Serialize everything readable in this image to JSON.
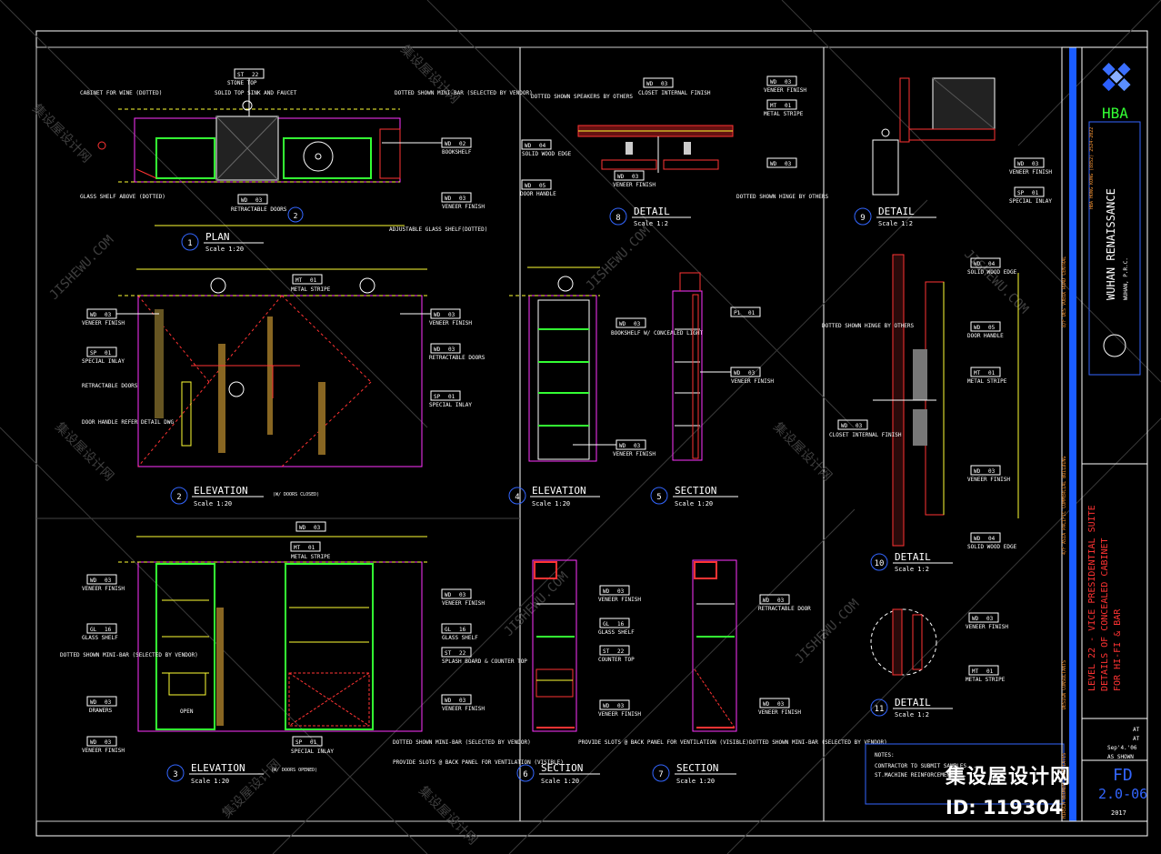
{
  "sheet": {
    "drawing_number": "FD",
    "drawing_sub": "2.0-06",
    "revision": "2017",
    "scale_text": "AS SHOWN",
    "date_text": "Sep'4.'06",
    "drawn_text": "AT",
    "checked_text": "AT",
    "notes_heading": "NOTES:",
    "notes_line1": "CONTRACTOR TO SUBMIT SAMPLES...",
    "notes_line2": "ST.MACHINE REINFORCEMENTS...",
    "client_name": "WUHAN RENAISSANCE",
    "client_city": "WUHAN, P.R.C.",
    "firm": "HBA",
    "title_block_title": "LEVEL 22 - VICE PRESIDENTIAL SUITE",
    "title_block_sub1": "DETAILS OF CONCEALED CABINET",
    "title_block_sub2": "FOR HI-FI & BAR",
    "address1": "HBA HONG KONG  (8852) 2524-2022",
    "address2": "8/F DES VOEUX ROAD CENTRAL",
    "address3": "4/F ASIA PACIFIC COMMERCIAL BUILDING",
    "design_consultants": "DESIGN CONSULTANTS",
    "associates": "HIRSCH BEDNER ASSOCIATES"
  },
  "views": [
    {
      "num": "1",
      "title": "PLAN",
      "scale": "Scale 1:20",
      "note": ""
    },
    {
      "num": "2",
      "title": "ELEVATION",
      "scale": "Scale 1:20",
      "note": "(W/ DOORS CLOSED)"
    },
    {
      "num": "3",
      "title": "ELEVATION",
      "scale": "Scale 1:20",
      "note": "(W/ DOORS OPENED)"
    },
    {
      "num": "4",
      "title": "ELEVATION",
      "scale": "Scale 1:20",
      "note": ""
    },
    {
      "num": "5",
      "title": "SECTION",
      "scale": "Scale 1:20",
      "note": ""
    },
    {
      "num": "6",
      "title": "SECTION",
      "scale": "Scale 1:20",
      "note": ""
    },
    {
      "num": "7",
      "title": "SECTION",
      "scale": "Scale 1:20",
      "note": ""
    },
    {
      "num": "8",
      "title": "DETAIL",
      "scale": "Scale 1:2",
      "note": ""
    },
    {
      "num": "9",
      "title": "DETAIL",
      "scale": "Scale 1:2",
      "note": ""
    },
    {
      "num": "10",
      "title": "DETAIL",
      "scale": "Scale 1:2",
      "note": ""
    },
    {
      "num": "11",
      "title": "DETAIL",
      "scale": "Scale 1:2",
      "note": ""
    }
  ],
  "tags": {
    "st22": {
      "code": "ST",
      "num": "22",
      "label": "STONE TOP"
    },
    "wd02": {
      "code": "WD",
      "num": "02",
      "label": "BOOKSHELF"
    },
    "wd03": {
      "code": "WD",
      "num": "03",
      "label": "VENEER FINISH"
    },
    "wd03b": {
      "code": "WD",
      "num": "03",
      "label": "RETRACTABLE DOORS"
    },
    "mt01": {
      "code": "MT",
      "num": "01",
      "label": "METAL STRIPE"
    },
    "sp01": {
      "code": "SP",
      "num": "01",
      "label": "SPECIAL INLAY"
    },
    "gl16": {
      "code": "GL",
      "num": "16",
      "label": "GLASS SHELF"
    },
    "wd05": {
      "code": "WD",
      "num": "05",
      "label": "DOOR HANDLE"
    },
    "wd04": {
      "code": "WD",
      "num": "04",
      "label": "SOLID WOOD EDGE"
    },
    "wd06": {
      "code": "WD",
      "num": "03",
      "label": "CLOSET INTERNAL FINISH"
    },
    "p101": {
      "code": "P1",
      "num": "01",
      "label": ""
    }
  },
  "callouts": {
    "plan_left": "CABINET FOR WINE (DOTTED)",
    "plan_sink": "SOLID TOP SINK AND FAUCET",
    "plan_dotted": "DOTTED SHOWN MINI-BAR (SELECTED BY VENDOR)",
    "plan_glass": "GLASS SHELF ABOVE (DOTTED)",
    "plan_adj": "ADJUSTABLE GLASS SHELF(DOTTED)",
    "elev_handle": "DOOR HANDLE REFER DETAIL DWG",
    "elev3_drawers": "DRAWERS",
    "elev3_open": "OPEN",
    "elev3_splash": "SPLASH BOARD & COUNTER TOP",
    "elev3_dotted": "DOTTED SHOWN MINI-BAR (SELECTED BY VENDOR)",
    "elev3_provide": "PROVIDE SLOTS @ BACK PANEL FOR VENTILATION (VISIBLE)",
    "elev4_bookshelf": "BOOKSHELF W/ CONCEALED LIGHT",
    "sec6_counter": "COUNTER TOP",
    "sec7_retract": "RETRACTABLE DOOR",
    "det8_dotted": "DOTTED SHOWN SPEAKERS BY OTHERS",
    "det9_dotted": "DOTTED SHOWN HINGE BY OTHERS",
    "det10_dotted": "DOTTED SHOWN HINGE BY OTHERS"
  },
  "watermark": {
    "cn": "集设屋设计网",
    "url": "JISHEWU.COM",
    "id": "ID: 119304"
  }
}
